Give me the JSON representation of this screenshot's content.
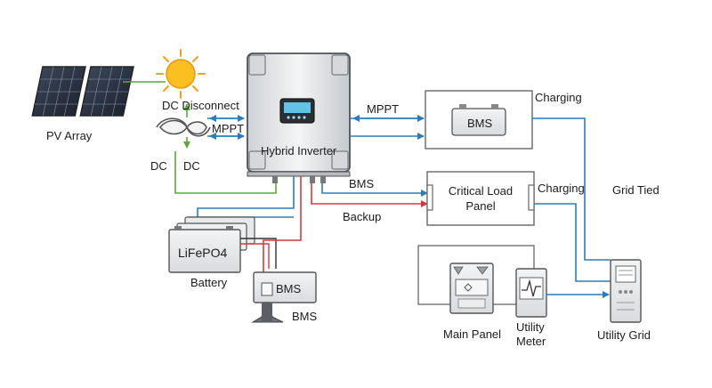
{
  "labels": {
    "pv_array": "PV Array",
    "dc_disconnect": "DC Disconnect",
    "dc_left": "DC",
    "dc_right": "DC",
    "mppt_left": "MPPT",
    "mppt_right": "MPPT",
    "hybrid_inverter": "Hybrid Inverter",
    "bms_top": "BMS",
    "charging_top": "Charging",
    "bms_mid": "BMS",
    "critical_load_panel": "Critical Load\nPanel",
    "charging_mid": "Charging",
    "grid_tied": "Grid Tied",
    "backup": "Backup",
    "lifepo4": "LiFePO4",
    "battery": "Battery",
    "bms_box": "BMS",
    "bms_below": "BMS",
    "main_panel": "Main Panel",
    "utility_meter": "Utility\nMeter",
    "utility_grid": "Utility Grid"
  },
  "colors": {
    "dc_line": "#5aa83c",
    "comm_line": "#2f7bb8",
    "backup_line": "#d43a3a",
    "device_stroke": "#555555",
    "device_fill": "#e9eaec"
  },
  "icons": {
    "sun": "sun-icon",
    "meter_wave": "waveform-icon",
    "inverter_display": "lcd-display-icon"
  }
}
